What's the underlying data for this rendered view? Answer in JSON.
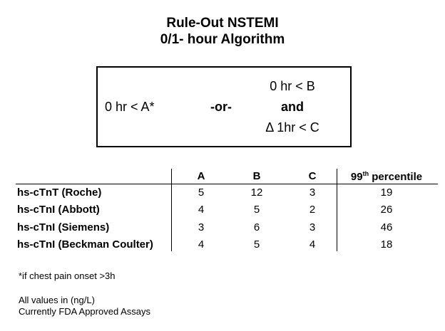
{
  "title": {
    "line1": "Rule-Out NSTEMI",
    "line2": "0/1- hour Algorithm"
  },
  "criteria": {
    "left": "0 hr < A*",
    "or": "-or-",
    "right_top": "0 hr < B",
    "right_and": "and",
    "right_bottom": "Δ 1hr < C"
  },
  "table": {
    "headers": [
      "A",
      "B",
      "C",
      "99",
      "th",
      " percentile"
    ],
    "rows": [
      {
        "label": "hs-cTnT (Roche)",
        "a": "5",
        "b": "12",
        "c": "3",
        "p99": "19"
      },
      {
        "label": "hs-cTnI (Abbott)",
        "a": "4",
        "b": "5",
        "c": "2",
        "p99": "26"
      },
      {
        "label": "hs-cTnI (Siemens)",
        "a": "3",
        "b": "6",
        "c": "3",
        "p99": "46"
      },
      {
        "label": "hs-cTnI (Beckman Coulter)",
        "a": "4",
        "b": "5",
        "c": "4",
        "p99": "18"
      }
    ]
  },
  "notes": {
    "footnote": "*if chest pain onset >3h",
    "units": "All values in (ng/L)",
    "approval": "Currently FDA Approved  Assays"
  }
}
